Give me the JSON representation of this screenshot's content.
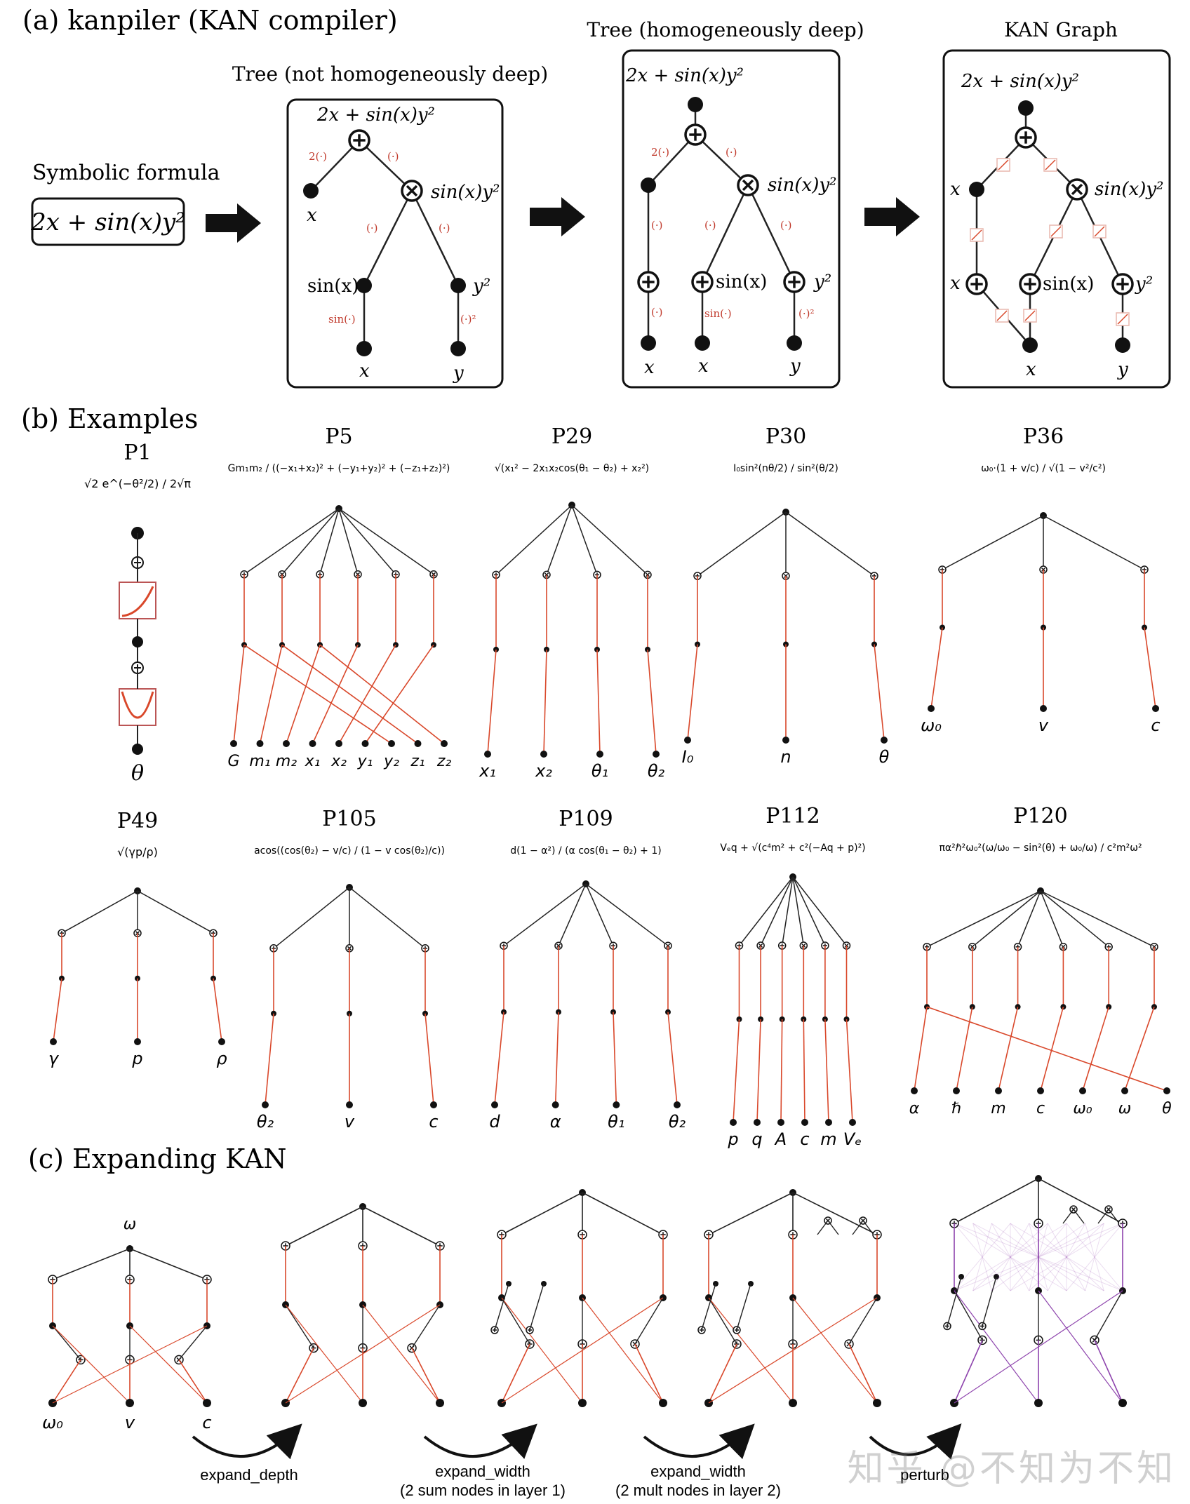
{
  "panel_a": {
    "heading": "(a) kanpiler (KAN compiler)",
    "symbolic_label": "Symbolic formula",
    "formula": "2x + sin(x)y²",
    "tree1_title": "Tree (not homogeneously deep)",
    "tree2_title": "Tree (homogeneously deep)",
    "tree3_title": "KAN Graph",
    "node_formula": "2x + sin(x)y²",
    "sin_y2": "sin(x)y²",
    "sin_x": "sin(x)",
    "y2": "y²",
    "var_x": "x",
    "var_y": "y",
    "edge_2": "2(·)",
    "edge_id": "(·)",
    "edge_sin": "sin(·)",
    "edge_sq": "(·)²"
  },
  "panel_b": {
    "heading": "(b) Examples",
    "examples": [
      {
        "title": "P1",
        "formula": "√2 e^(−θ²/2) / 2√π",
        "inputs": [
          "θ"
        ]
      },
      {
        "title": "P5",
        "formula": "Gm₁m₂ / ((−x₁+x₂)² + (−y₁+y₂)² + (−z₁+z₂)²)",
        "inputs": [
          "G",
          "m₁",
          "m₂",
          "x₁",
          "x₂",
          "y₁",
          "y₂",
          "z₁",
          "z₂"
        ]
      },
      {
        "title": "P29",
        "formula": "√(x₁² − 2x₁x₂cos(θ₁ − θ₂) + x₂²)",
        "inputs": [
          "x₁",
          "x₂",
          "θ₁",
          "θ₂"
        ]
      },
      {
        "title": "P30",
        "formula": "I₀sin²(nθ/2) / sin²(θ/2)",
        "inputs": [
          "I₀",
          "n",
          "θ"
        ]
      },
      {
        "title": "P36",
        "formula": "ω₀·(1 + v/c) / √(1 − v²/c²)",
        "inputs": [
          "ω₀",
          "v",
          "c"
        ]
      },
      {
        "title": "P49",
        "formula": "√(γp/ρ)",
        "inputs": [
          "γ",
          "p",
          "ρ"
        ]
      },
      {
        "title": "P105",
        "formula": "acos((cos(θ₂) − v/c) / (1 − v cos(θ₂)/c))",
        "inputs": [
          "θ₂",
          "v",
          "c"
        ]
      },
      {
        "title": "P109",
        "formula": "d(1 − α²) / (α cos(θ₁ − θ₂) + 1)",
        "inputs": [
          "d",
          "α",
          "θ₁",
          "θ₂"
        ]
      },
      {
        "title": "P112",
        "formula": "Vₑq + √(c⁴m² + c²(−Aq + p)²)",
        "inputs": [
          "p",
          "q",
          "A",
          "c",
          "m",
          "Vₑ"
        ]
      },
      {
        "title": "P120",
        "formula": "πα²ℏ²ω₀²(ω/ω₀ − sin²(θ) + ω₀/ω) / c²m²ω²",
        "inputs": [
          "α",
          "ℏ",
          "m",
          "c",
          "ω₀",
          "ω",
          "θ"
        ]
      }
    ]
  },
  "panel_c": {
    "heading": "(c) Expanding KAN",
    "output_label": "ω",
    "inputs": [
      "ω₀",
      "v",
      "c"
    ],
    "step1": "expand_depth",
    "step2": "expand_width",
    "step2_sub": "(2 sum nodes in layer 1)",
    "step3": "expand_width",
    "step3_sub": "(2 mult nodes in layer 2)",
    "step4": "perturb"
  },
  "watermark": "知乎 @不知为不知",
  "colors": {
    "edge_red": "#d9482b",
    "edge_black": "#222222",
    "label_red": "#c0392b",
    "purple": "#8e44ad",
    "node": "#111111"
  }
}
